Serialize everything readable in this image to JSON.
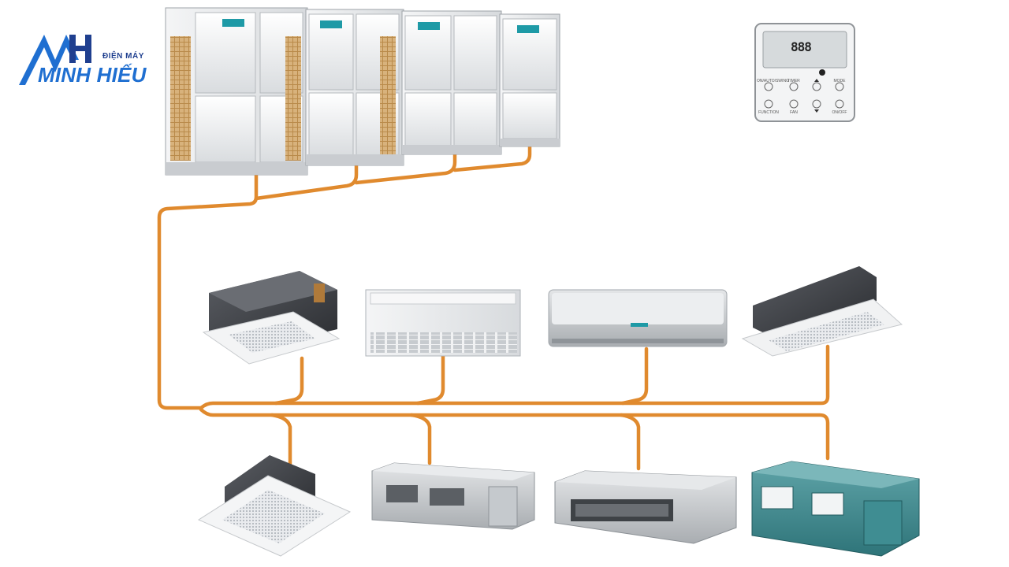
{
  "brand": {
    "logo_initials": "MH",
    "top_text": "ĐIỆN MÁY",
    "main_text": "MINH HIẾU",
    "primary_color": "#1f6fd1",
    "dark_color": "#1f3f8f"
  },
  "remote": {
    "display_digits": "888",
    "button_labels": [
      "ON/AUTO/SWING",
      "TIMER",
      "",
      "MODE",
      "FUNCTION",
      "FAN",
      "",
      "ON/OFF"
    ]
  },
  "diagram": {
    "pipe_color": "#e08a2e",
    "outdoor_units": [
      "outdoor-unit-1",
      "outdoor-unit-2",
      "outdoor-unit-3",
      "outdoor-unit-4"
    ],
    "indoor_units_upper": [
      "cassette-4way-compact",
      "ceiling-floor-unit",
      "wall-mounted-unit",
      "cassette-1way"
    ],
    "indoor_units_lower": [
      "cassette-4way",
      "ducted-unit-medium",
      "ducted-unit-slim",
      "ducted-unit-high-static"
    ]
  }
}
